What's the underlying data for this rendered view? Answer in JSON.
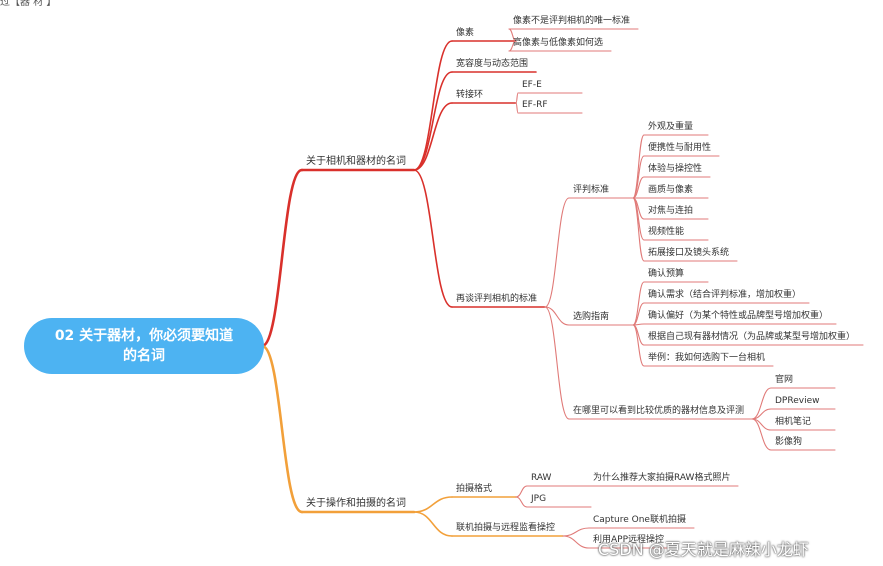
{
  "colors": {
    "root": "#4db3f2",
    "branch_upper": "#d9302b",
    "branch_lower": "#f2a03a",
    "leaf_line": "#e07a78"
  },
  "top_fragment": "过【器 材 】",
  "root": {
    "title": "02 关于器材，你必须要知道的名词"
  },
  "branches": [
    {
      "label": "关于相机和器材的名词",
      "children": [
        {
          "label": "像素",
          "children": [
            {
              "label": "像素不是评判相机的唯一标准"
            },
            {
              "label": "高像素与低像素如何选"
            }
          ]
        },
        {
          "label": "宽容度与动态范围"
        },
        {
          "label": "转接环",
          "children": [
            {
              "label": "EF-E"
            },
            {
              "label": "EF-RF"
            }
          ]
        },
        {
          "label": "再谈评判相机的标准",
          "children": [
            {
              "label": "评判标准",
              "children": [
                {
                  "label": "外观及重量"
                },
                {
                  "label": "便携性与耐用性"
                },
                {
                  "label": "体验与操控性"
                },
                {
                  "label": "画质与像素"
                },
                {
                  "label": "对焦与连拍"
                },
                {
                  "label": "视频性能"
                },
                {
                  "label": "拓展接口及镜头系统"
                }
              ]
            },
            {
              "label": "选购指南",
              "children": [
                {
                  "label": "确认预算"
                },
                {
                  "label": "确认需求（结合评判标准，增加权重）"
                },
                {
                  "label": "确认偏好（为某个特性或品牌型号增加权重）"
                },
                {
                  "label": "根据自己现有器材情况（为品牌或某型号增加权重）"
                },
                {
                  "label": "举例：我如何选购下一台相机"
                }
              ]
            },
            {
              "label": "在哪里可以看到比较优质的器材信息及评测",
              "children": [
                {
                  "label": "官网"
                },
                {
                  "label": "DPReview"
                },
                {
                  "label": "相机笔记"
                },
                {
                  "label": "影像狗"
                }
              ]
            }
          ]
        }
      ]
    },
    {
      "label": "关于操作和拍摄的名词",
      "children": [
        {
          "label": "拍摄格式",
          "children": [
            {
              "label": "RAW",
              "children": [
                {
                  "label": "为什么推荐大家拍摄RAW格式照片"
                }
              ]
            },
            {
              "label": "JPG"
            }
          ]
        },
        {
          "label": "联机拍摄与远程监看操控",
          "children": [
            {
              "label": "Capture One联机拍摄"
            },
            {
              "label": "利用APP远程操控"
            }
          ]
        }
      ]
    }
  ],
  "watermark": "CSDN @夏天就是麻辣小龙虾"
}
